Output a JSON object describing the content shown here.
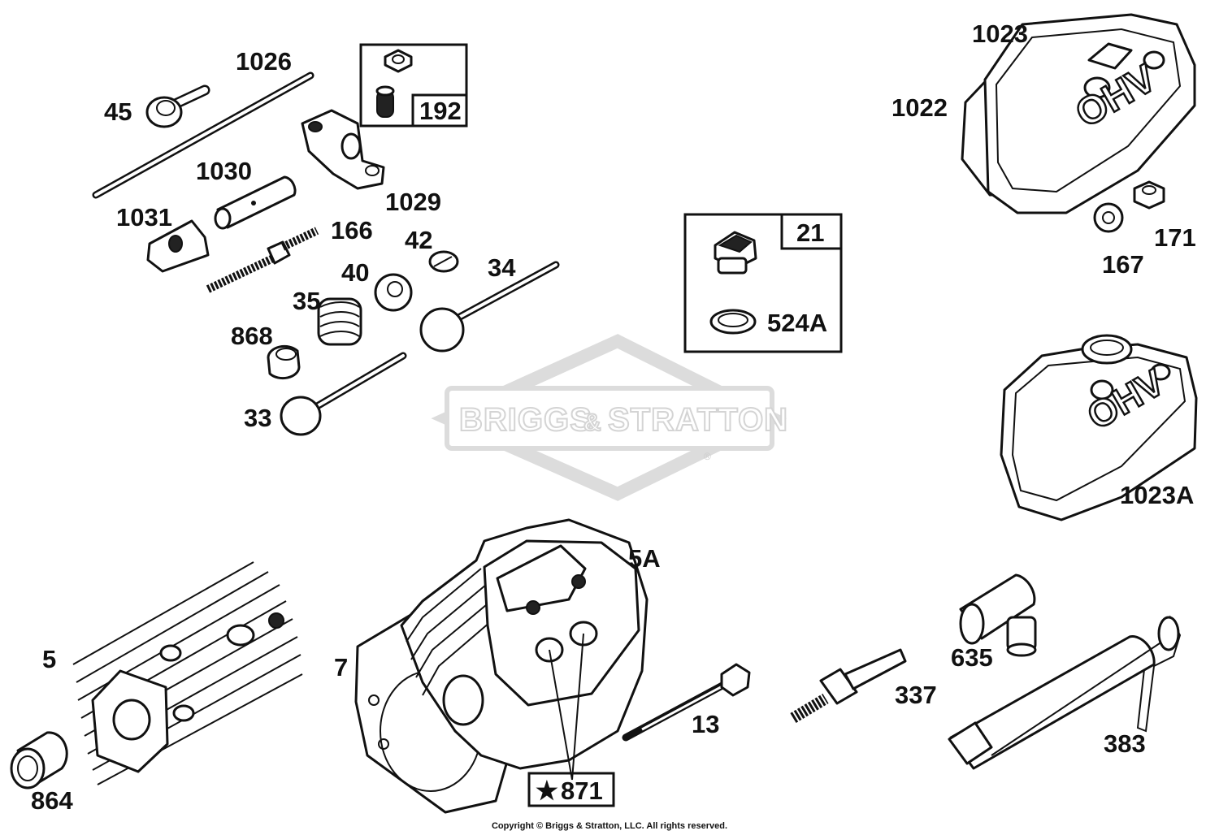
{
  "watermark": {
    "brand_left": "BRIGGS",
    "brand_amp": "&",
    "brand_right": "STRATTON",
    "registered_mark": "®"
  },
  "labels": {
    "p1026": "1026",
    "p45": "45",
    "p192": "192",
    "p1030": "1030",
    "p1029": "1029",
    "p1031": "1031",
    "p166": "166",
    "p42": "42",
    "p40": "40",
    "p34": "34",
    "p35": "35",
    "p868": "868",
    "p33": "33",
    "p21": "21",
    "p524a": "524A",
    "p1023": "1023",
    "p1022": "1022",
    "p171": "171",
    "p167": "167",
    "p1023a": "1023A",
    "p5a": "5A",
    "p5": "5",
    "p7": "7",
    "p864": "864",
    "p871": "871",
    "p13": "13",
    "p337": "337",
    "p635": "635",
    "p383": "383"
  },
  "cover_text": "OHV",
  "callout_symbol": "★",
  "copyright": "Copyright © Briggs & Stratton, LLC. All rights reserved."
}
